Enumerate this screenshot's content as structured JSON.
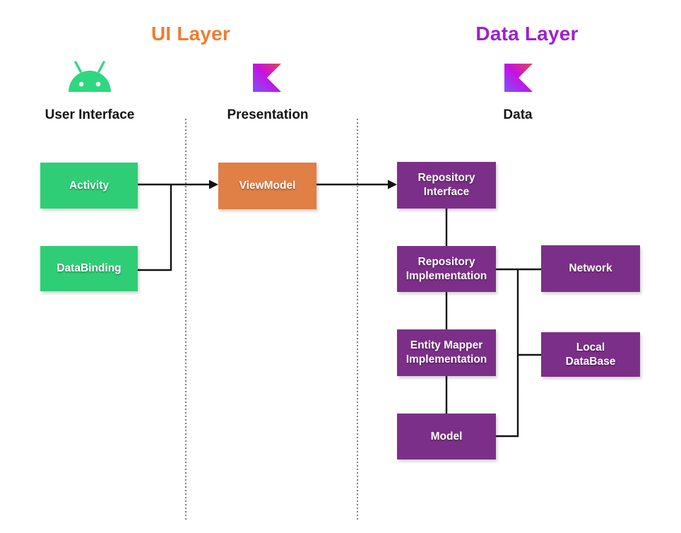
{
  "layer_titles": {
    "ui": {
      "label": "UI Layer",
      "color": "#ED7D31"
    },
    "data": {
      "label": "Data Layer",
      "color": "#9E21CE"
    }
  },
  "columns": {
    "user_interface": {
      "label": "User Interface"
    },
    "presentation": {
      "label": "Presentation"
    },
    "data": {
      "label": "Data"
    }
  },
  "icons": {
    "android": {
      "name": "android-icon",
      "color": "#2ED880"
    },
    "kotlin": {
      "name": "kotlin-icon",
      "gradient": [
        "#E44857",
        "#C711E1",
        "#7F52FF"
      ]
    }
  },
  "nodes": [
    {
      "id": "activity",
      "label": "Activity",
      "color": "#2FCE76"
    },
    {
      "id": "databinding",
      "label": "DataBinding",
      "color": "#2FCE76"
    },
    {
      "id": "viewmodel",
      "label": "ViewModel",
      "color": "#E07F46"
    },
    {
      "id": "repository-interface",
      "label": "Repository\nInterface",
      "color": "#7C2F88"
    },
    {
      "id": "repository-implementation",
      "label": "Repository\nImplementation",
      "color": "#7C2F88"
    },
    {
      "id": "network",
      "label": "Network",
      "color": "#7C2F88"
    },
    {
      "id": "entity-mapper-implementation",
      "label": "Entity Mapper\nImplementation",
      "color": "#7C2F88"
    },
    {
      "id": "local-database",
      "label": "Local\nDataBase",
      "color": "#7C2F88"
    },
    {
      "id": "model",
      "label": "Model",
      "color": "#7C2F88"
    }
  ],
  "edges": [
    {
      "from": "Activity",
      "to": "ViewModel",
      "type": "arrow"
    },
    {
      "from": "DataBinding",
      "to": "ViewModel",
      "type": "arrow-join"
    },
    {
      "from": "ViewModel",
      "to": "Repository Interface",
      "type": "arrow"
    },
    {
      "from": "Repository Interface",
      "to": "Repository Implementation",
      "type": "line"
    },
    {
      "from": "Repository Implementation",
      "to": "Network",
      "type": "line"
    },
    {
      "from": "Repository Implementation",
      "to": "Local DataBase",
      "type": "line"
    },
    {
      "from": "Repository Implementation",
      "to": "Model",
      "type": "line"
    },
    {
      "from": "Repository Implementation",
      "to": "Entity Mapper Implementation",
      "type": "line"
    },
    {
      "from": "Entity Mapper Implementation",
      "to": "Model",
      "type": "line"
    }
  ]
}
